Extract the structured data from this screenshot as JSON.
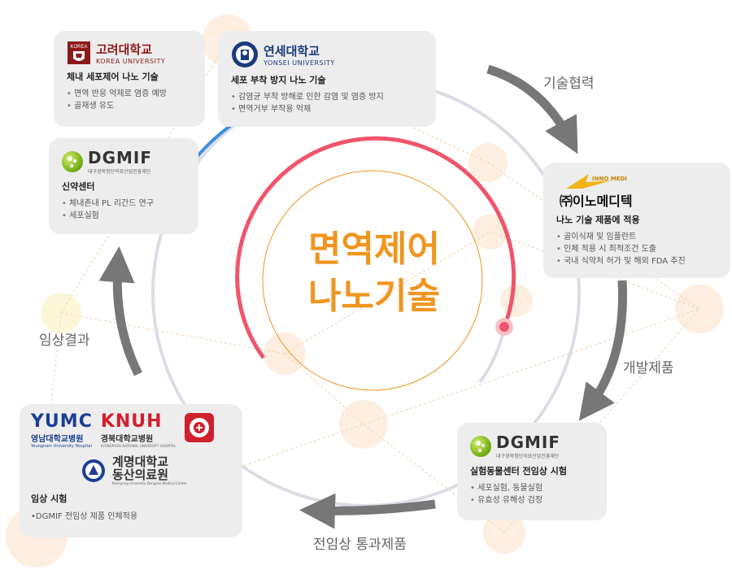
{
  "center": {
    "line1": "면역제어",
    "line2": "나노기술"
  },
  "flow_labels": {
    "tech": "기술협력",
    "dev": "개발제품",
    "preclinical_pass": "전임상 통과제품",
    "clinical_result": "임상결과"
  },
  "cards": {
    "korea": {
      "logo_main": "고려대학교",
      "logo_sub": "KOREA UNIVERSITY",
      "logo_mark": "KOREA",
      "title": "체내 세포제어 나노 기술",
      "items": [
        "면역 반응 억제로 염증 예방",
        "골재생 유도"
      ]
    },
    "yonsei": {
      "logo_main": "연세대학교",
      "logo_sub": "YONSEI UNIVERSITY",
      "title": "세포 부착 방지 나노 기술",
      "items": [
        "감염균 부착 방해로 인한 감염 및 염증 방지",
        "면역거부 부작용 억제"
      ]
    },
    "dgmif_top": {
      "logo_main": "DGMIF",
      "logo_sub": "대구경북첨단의료산업진흥재단",
      "title": "신약센터",
      "items": [
        "체내존내 PL 리간드 연구",
        "세포실험"
      ]
    },
    "innomedi": {
      "logo_tag": "INNO MEDI",
      "logo_main": "㈜이노메디텍",
      "title": "나노 기술 제품에 적용",
      "items": [
        "골이식재 및 임플란트",
        "인체 적용 시 최적조건 도출",
        "국내 식약처 허가 및 해외 FDA 추진"
      ]
    },
    "dgmif_bottom": {
      "logo_main": "DGMIF",
      "logo_sub": "대구경북첨단의료산업진흥재단",
      "title": "실험동물센터 전임상 시험",
      "items": [
        "세포실험, 동물실험",
        "유효성 유해성 검정"
      ]
    },
    "hospitals": {
      "yumc": "YUMC",
      "yumc_kr": "영남대학교병원",
      "yumc_en": "Yeungnam University Hospital",
      "knuh": "KNUH",
      "knuh_kr": "경북대학교병원",
      "knuh_en": "KYUNGPOOK NATIONAL UNIVERSITY HOSPITAL",
      "keimyung_kr1": "계명대학교",
      "keimyung_kr2": "동산의료원",
      "keimyung_en": "Keimyung University Dongsan Medical Center",
      "title": "임상 시험",
      "note": "•DGMIF 전임상 제품 인체적용"
    }
  },
  "colors": {
    "accent_orange": "#f0951f",
    "ring_red": "#f0556a",
    "ring_blue": "#3d8fe0",
    "ring_gray": "#d8d8e2",
    "arrow_gray": "#777777"
  }
}
